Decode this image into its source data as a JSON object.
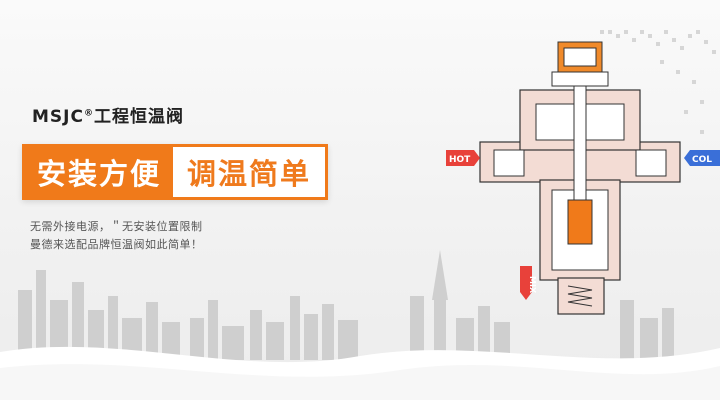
{
  "brand": {
    "name": "MSJC",
    "reg": "®",
    "product": "工程恒温阀"
  },
  "hero": {
    "left_text": "安装方便",
    "right_text": "调温简单"
  },
  "description": {
    "line1": "无需外接电源，＂无安装位置限制",
    "line2": "曼德来选配品牌恒温阀如此简单！"
  },
  "valve_labels": {
    "hot": "HOT",
    "cold": "COL",
    "mix": "MIX"
  },
  "colors": {
    "accent": "#f07a1a",
    "hot": "#e8413a",
    "cold": "#3a6fd8",
    "body": "#f3dcd4",
    "line": "#333333"
  }
}
